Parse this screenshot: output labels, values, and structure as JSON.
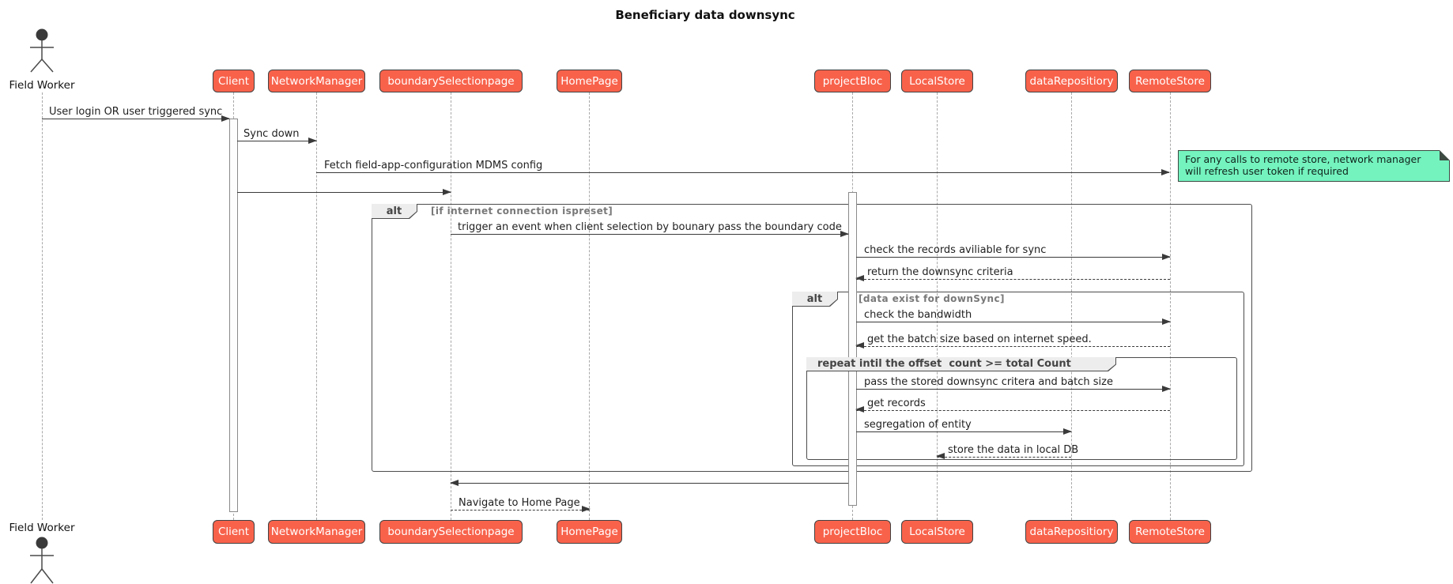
{
  "title": "Beneficiary data downsync",
  "actor": {
    "label": "Field Worker"
  },
  "participants": [
    {
      "label": "Client"
    },
    {
      "label": "NetworkManager"
    },
    {
      "label": "boundarySelectionpage"
    },
    {
      "label": "HomePage"
    },
    {
      "label": "projectBloc"
    },
    {
      "label": "LocalStore"
    },
    {
      "label": "dataRepositiory"
    },
    {
      "label": "RemoteStore"
    }
  ],
  "note": {
    "line1": "For any calls to remote store, network manager",
    "line2": "will refresh user token if required"
  },
  "fragments": {
    "alt_outer": {
      "keyword": "alt",
      "guard": "[if internet connection ispreset]"
    },
    "alt_inner": {
      "keyword": "alt",
      "guard": "[data exist for downSync]"
    },
    "repeat": {
      "keyword": "repeat intil the offset  count >= total Count"
    }
  },
  "messages": [
    {
      "text": "User login OR user triggered sync",
      "from": "Field Worker",
      "to": "Client",
      "style": "solid"
    },
    {
      "text": "Sync down",
      "from": "Client",
      "to": "NetworkManager",
      "style": "solid"
    },
    {
      "text": "Fetch field-app-configuration MDMS config",
      "from": "NetworkManager",
      "to": "RemoteStore",
      "style": "solid"
    },
    {
      "text": "",
      "from": "Client",
      "to": "boundarySelectionpage",
      "style": "solid"
    },
    {
      "text": "trigger an event when client selection by bounary pass the boundary code",
      "from": "boundarySelectionpage",
      "to": "projectBloc",
      "style": "solid"
    },
    {
      "text": "check the records aviliable for sync",
      "from": "projectBloc",
      "to": "RemoteStore",
      "style": "solid"
    },
    {
      "text": "return the downsync criteria",
      "from": "RemoteStore",
      "to": "projectBloc",
      "style": "dashed"
    },
    {
      "text": "check the bandwidth",
      "from": "projectBloc",
      "to": "RemoteStore",
      "style": "solid"
    },
    {
      "text": "get the batch size based on internet speed.",
      "from": "RemoteStore",
      "to": "projectBloc",
      "style": "dashed"
    },
    {
      "text": "pass the stored downsync critera and batch size",
      "from": "projectBloc",
      "to": "RemoteStore",
      "style": "solid"
    },
    {
      "text": "get records",
      "from": "RemoteStore",
      "to": "projectBloc",
      "style": "dashed"
    },
    {
      "text": "segregation of entity",
      "from": "projectBloc",
      "to": "dataRepositiory",
      "style": "solid"
    },
    {
      "text": "store the data in local DB",
      "from": "dataRepositiory",
      "to": "LocalStore",
      "style": "dashed"
    },
    {
      "text": "",
      "from": "projectBloc",
      "to": "boundarySelectionpage",
      "style": "solid"
    },
    {
      "text": "Navigate to Home Page",
      "from": "boundarySelectionpage",
      "to": "HomePage",
      "style": "dashed"
    }
  ],
  "colors": {
    "participant_fill": "#F8624B",
    "participant_border": "#424242",
    "note_fill": "#74F3BF",
    "arrow": "#3A3A3A",
    "lifeline": "#A8A8A8"
  }
}
